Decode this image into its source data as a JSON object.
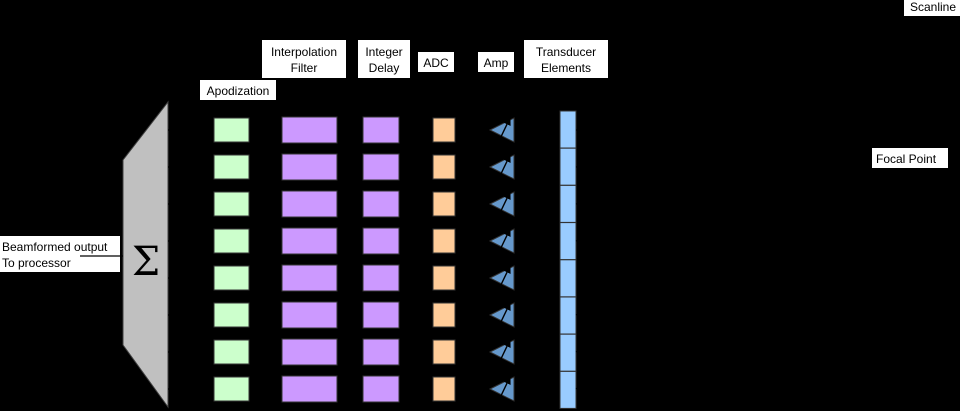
{
  "diagram": {
    "colors": {
      "background": "#000000",
      "label_background": "#ffffff",
      "summer_fill": "#c0c0c0",
      "apodization": "#ccffcc",
      "interpolation_filter": "#cc99ff",
      "integer_delay": "#cc99ff",
      "adc": "#ffcc99",
      "amp": "#6699cc",
      "transducer": "#99ccff",
      "lines": "#000000"
    },
    "channel_count": 8,
    "summer_symbol": "Σ",
    "labels": {
      "apodization": "Apodization",
      "interpolation_filter_line1": "Interpolation",
      "interpolation_filter_line2": "Filter",
      "integer_delay_line1": "Integer",
      "integer_delay_line2": "Delay",
      "adc": "ADC",
      "amp": "Amp",
      "transducer_line1": "Transducer",
      "transducer_line2": "Elements",
      "output_line1": "Beamformed output",
      "output_line2": "To processor",
      "focal_point": "Focal Point",
      "scanline": "Scanline"
    }
  }
}
